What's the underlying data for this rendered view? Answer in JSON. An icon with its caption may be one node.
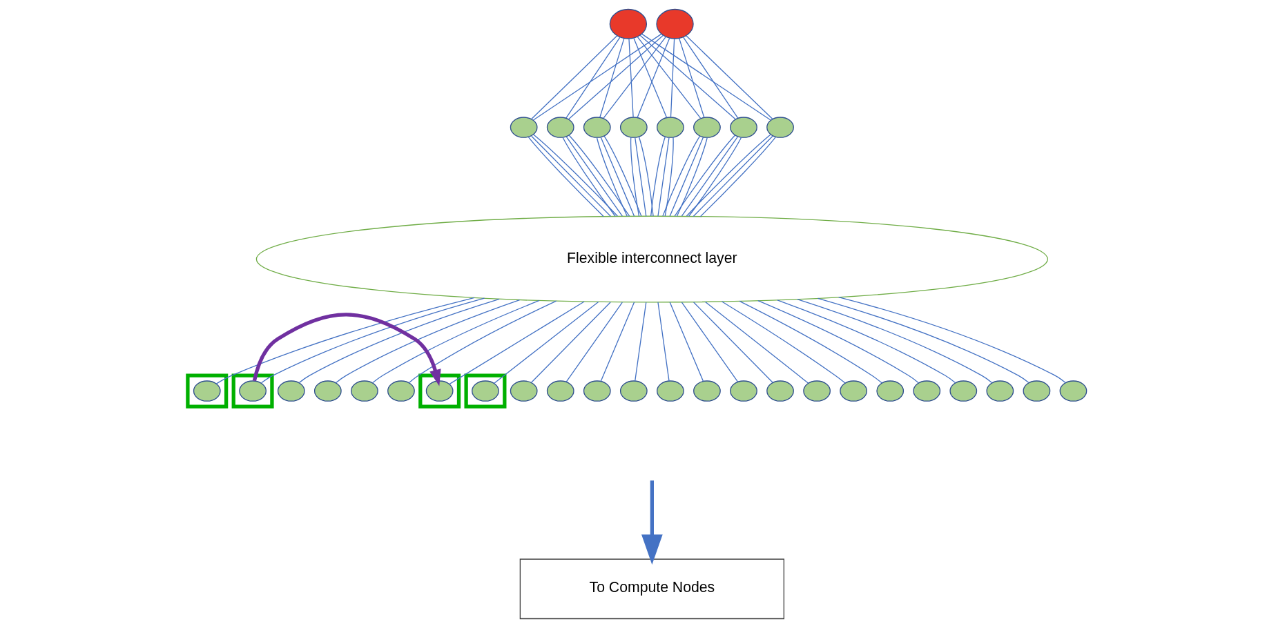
{
  "diagram": {
    "nodes": [
      {
        "text": [],
        "shape": "circle"
      },
      {
        "text": [],
        "shape": "circle"
      },
      {
        "text": [],
        "shape": "circle"
      },
      {
        "text": [],
        "shape": "circle"
      },
      {
        "text": [],
        "shape": "circle"
      },
      {
        "text": [],
        "shape": "circle"
      },
      {
        "text": [],
        "shape": "circle"
      },
      {
        "text": [],
        "shape": "circle"
      },
      {
        "text": [],
        "shape": "circle"
      },
      {
        "text": [],
        "shape": "circle"
      },
      {
        "text": [
          "Flexible interconnect layer"
        ]
      },
      {
        "text": [],
        "shape": "box"
      },
      {
        "text": [],
        "shape": "circle",
        "in": 11
      },
      {
        "text": [],
        "shape": "box"
      },
      {
        "text": [],
        "shape": "circle",
        "in": 13
      },
      {
        "text": [],
        "shape": "circle"
      },
      {
        "text": [],
        "shape": "circle"
      },
      {
        "text": [],
        "shape": "circle"
      },
      {
        "text": [],
        "shape": "circle"
      },
      {
        "text": [],
        "shape": "box"
      },
      {
        "text": [],
        "shape": "circle",
        "in": 19
      },
      {
        "text": [],
        "shape": "box"
      },
      {
        "text": [],
        "shape": "circle",
        "in": 21
      },
      {
        "text": [],
        "shape": "circle"
      },
      {
        "text": [],
        "shape": "circle"
      },
      {
        "text": [],
        "shape": "circle"
      },
      {
        "text": [],
        "shape": "circle"
      },
      {
        "text": [],
        "shape": "circle"
      },
      {
        "text": [],
        "shape": "circle"
      },
      {
        "text": [],
        "shape": "circle"
      },
      {
        "text": [],
        "shape": "circle"
      },
      {
        "text": [],
        "shape": "circle"
      },
      {
        "text": [],
        "shape": "circle"
      },
      {
        "text": [],
        "shape": "circle"
      },
      {
        "text": [],
        "shape": "circle"
      },
      {
        "text": [],
        "shape": "circle"
      },
      {
        "text": [],
        "shape": "circle"
      },
      {
        "text": [],
        "shape": "circle"
      },
      {
        "text": [],
        "shape": "circle"
      },
      {
        "text": [
          "To Compute Nodes"
        ]
      }
    ],
    "edges": [
      {
        "from": 0,
        "to": 2,
        "arrow": "none"
      },
      {
        "from": 0,
        "to": 3,
        "arrow": "none"
      },
      {
        "from": 0,
        "to": 4,
        "arrow": "none"
      },
      {
        "from": 0,
        "to": 5,
        "arrow": "none"
      },
      {
        "from": 0,
        "to": 6,
        "arrow": "none"
      },
      {
        "from": 0,
        "to": 7,
        "arrow": "none"
      },
      {
        "from": 0,
        "to": 8,
        "arrow": "none"
      },
      {
        "from": 0,
        "to": 9,
        "arrow": "none"
      },
      {
        "from": 1,
        "to": 2,
        "arrow": "none"
      },
      {
        "from": 1,
        "to": 3,
        "arrow": "none"
      },
      {
        "from": 1,
        "to": 4,
        "arrow": "none"
      },
      {
        "from": 1,
        "to": 5,
        "arrow": "none"
      },
      {
        "from": 1,
        "to": 6,
        "arrow": "none"
      },
      {
        "from": 1,
        "to": 7,
        "arrow": "none"
      },
      {
        "from": 1,
        "to": 8,
        "arrow": "none"
      },
      {
        "from": 1,
        "to": 9,
        "arrow": "none"
      },
      {
        "from": 2,
        "to": 10,
        "arrow": "none"
      },
      {
        "from": 2,
        "to": 10,
        "arrow": "none"
      },
      {
        "from": 2,
        "to": 10,
        "arrow": "none"
      },
      {
        "from": 3,
        "to": 10,
        "arrow": "none"
      },
      {
        "from": 3,
        "to": 10,
        "arrow": "none"
      },
      {
        "from": 3,
        "to": 10,
        "arrow": "none"
      },
      {
        "from": 4,
        "to": 10,
        "arrow": "none"
      },
      {
        "from": 4,
        "to": 10,
        "arrow": "none"
      },
      {
        "from": 4,
        "to": 10,
        "arrow": "none"
      },
      {
        "from": 5,
        "to": 10,
        "arrow": "none"
      },
      {
        "from": 5,
        "to": 10,
        "arrow": "none"
      },
      {
        "from": 5,
        "to": 10,
        "arrow": "none"
      },
      {
        "from": 6,
        "to": 10,
        "arrow": "none"
      },
      {
        "from": 6,
        "to": 10,
        "arrow": "none"
      },
      {
        "from": 6,
        "to": 10,
        "arrow": "none"
      },
      {
        "from": 7,
        "to": 10,
        "arrow": "none"
      },
      {
        "from": 7,
        "to": 10,
        "arrow": "none"
      },
      {
        "from": 7,
        "to": 10,
        "arrow": "none"
      },
      {
        "from": 8,
        "to": 10,
        "arrow": "none"
      },
      {
        "from": 8,
        "to": 10,
        "arrow": "none"
      },
      {
        "from": 8,
        "to": 10,
        "arrow": "none"
      },
      {
        "from": 9,
        "to": 10,
        "arrow": "none"
      },
      {
        "from": 9,
        "to": 10,
        "arrow": "none"
      },
      {
        "from": 9,
        "to": 10,
        "arrow": "none"
      },
      {
        "from": 10,
        "to": 12,
        "arrow": "none"
      },
      {
        "from": 10,
        "to": 14,
        "arrow": "none"
      },
      {
        "from": 10,
        "to": 15,
        "arrow": "none"
      },
      {
        "from": 10,
        "to": 16,
        "arrow": "none"
      },
      {
        "from": 10,
        "to": 17,
        "arrow": "none"
      },
      {
        "from": 10,
        "to": 18,
        "arrow": "none"
      },
      {
        "from": 10,
        "to": 20,
        "arrow": "none"
      },
      {
        "from": 10,
        "to": 22,
        "arrow": "none"
      },
      {
        "from": 10,
        "to": 23,
        "arrow": "none"
      },
      {
        "from": 10,
        "to": 24,
        "arrow": "none"
      },
      {
        "from": 10,
        "to": 25,
        "arrow": "none"
      },
      {
        "from": 10,
        "to": 26,
        "arrow": "none"
      },
      {
        "from": 10,
        "to": 27,
        "arrow": "none"
      },
      {
        "from": 10,
        "to": 28,
        "arrow": "none"
      },
      {
        "from": 10,
        "to": 29,
        "arrow": "none"
      },
      {
        "from": 10,
        "to": 30,
        "arrow": "none"
      },
      {
        "from": 10,
        "to": 31,
        "arrow": "none"
      },
      {
        "from": 10,
        "to": 32,
        "arrow": "none"
      },
      {
        "from": 10,
        "to": 33,
        "arrow": "none"
      },
      {
        "from": 10,
        "to": 34,
        "arrow": "none"
      },
      {
        "from": 10,
        "to": 35,
        "arrow": "none"
      },
      {
        "from": 10,
        "to": 36,
        "arrow": "none"
      },
      {
        "from": 10,
        "to": 37,
        "arrow": "none"
      },
      {
        "from": 10,
        "to": 38,
        "arrow": "none"
      },
      {
        "from": 14,
        "to": 20,
        "arrow": "to",
        "style": "thick",
        "color": "#7030a0"
      },
      {
        "from": null,
        "to": 39,
        "arrow": "to",
        "style": "thick"
      }
    ]
  }
}
